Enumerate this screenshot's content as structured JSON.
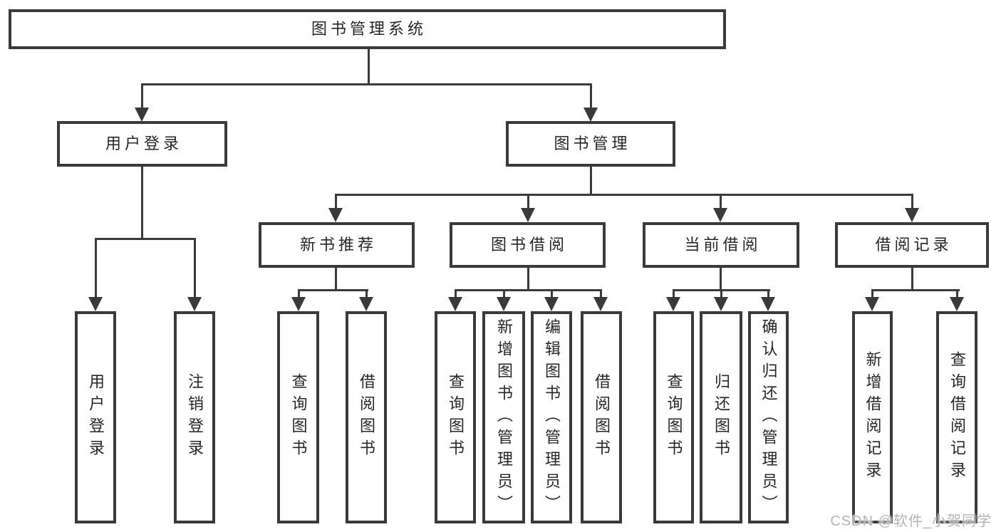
{
  "diagram": {
    "nodes": {
      "root": {
        "label": "图书管理系统"
      },
      "user_login": {
        "label": "用户登录"
      },
      "book_management": {
        "label": "图书管理"
      },
      "new_book_recommendation": {
        "label": "新书推荐"
      },
      "book_borrowing": {
        "label": "图书借阅"
      },
      "current_borrowing": {
        "label": "当前借阅"
      },
      "borrowing_records": {
        "label": "借阅记录"
      }
    },
    "leaves": {
      "user_login": [
        {
          "label": "用户登录"
        },
        {
          "label": "注销登录"
        }
      ],
      "new_book_recommendation": [
        {
          "label": "查询图书"
        },
        {
          "label": "借阅图书"
        }
      ],
      "book_borrowing": [
        {
          "label": "查询图书"
        },
        {
          "label": "新增图书（管理员）"
        },
        {
          "label": "编辑图书（管理员）"
        },
        {
          "label": "借阅图书"
        }
      ],
      "current_borrowing": [
        {
          "label": "查询图书"
        },
        {
          "label": "归还图书"
        },
        {
          "label": "确认归还（管理员）"
        }
      ],
      "borrowing_records": [
        {
          "label": "新增借阅记录"
        },
        {
          "label": "查询借阅记录"
        }
      ]
    },
    "watermark": {
      "text": "CSDN @软件_小贺同学"
    },
    "colors": {
      "line": "#3a3a3a",
      "text": "#262626",
      "watermark": "#b3b3b3",
      "background": "#ffffff"
    }
  }
}
